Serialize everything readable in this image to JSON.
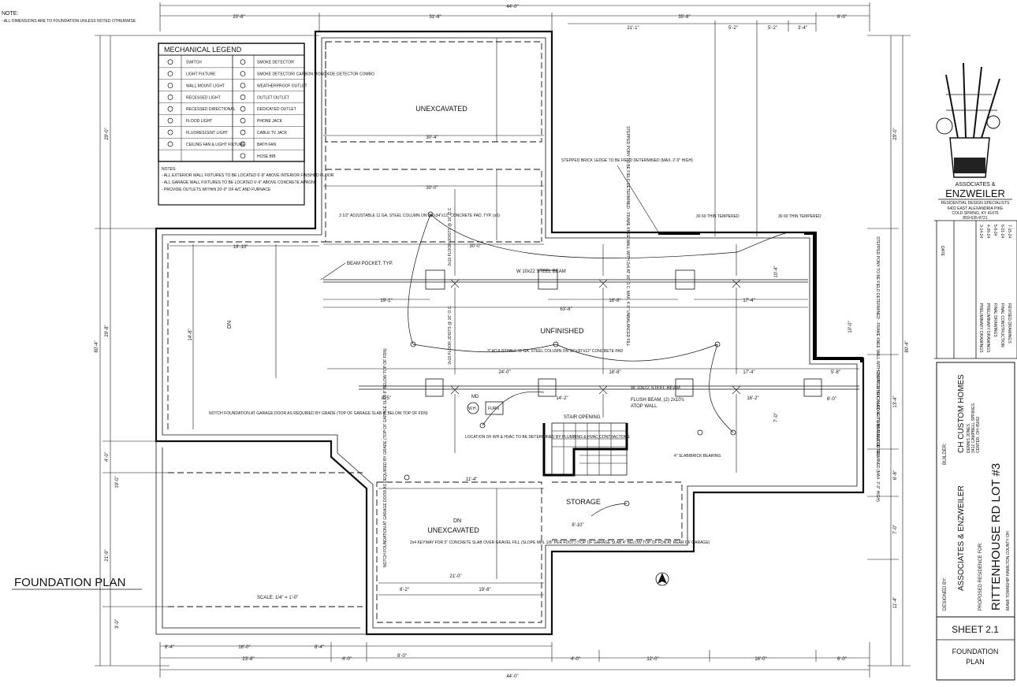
{
  "notes": {
    "heading": "NOTE:",
    "line1": "- ALL DIMENSIONS ARE TO FOUNDATION UNLESS NOTED OTHERWISE"
  },
  "legend": {
    "title": "MECHANICAL LEGEND",
    "left_items": [
      "SWITCH",
      "LIGHT FIXTURE",
      "WALL MOUNT LIGHT",
      "RECESSED LIGHT",
      "RECESSED DIRECTIONAL",
      "FLOOD LIGHT",
      "FLUORESCENT LIGHT",
      "CEILING FAN & LIGHT FIXTURE"
    ],
    "right_items": [
      "SMOKE DETECTOR",
      "SMOKE DETECTOR/ CARBON MONOXIDE DETECTOR COMBO",
      "WEATHERPROOF OUTLET",
      "OUTLET OUTLET",
      "DEDICATED OUTLET",
      "PHONE JACK",
      "CABLE TV JACK",
      "BATH FAN",
      "HOSE BIB"
    ],
    "notes_heading": "NOTES:",
    "notes": [
      "- ALL EXTERIOR WALL FIXTURES TO BE LOCATED 6'-8\" ABOVE INTERIOR FINISHED FLOOR",
      "- ALL GARAGE WALL FIXTURES TO BE LOCATED 6'-6\" ABOVE CONCRETE APRON",
      "- PROVIDE OUTLETS WITHIN 20'-0\" OF A/C AND FURNACE"
    ]
  },
  "plan": {
    "title": "FOUNDATION PLAN",
    "scale": "SCALE: 1/4\" = 1'-0\"",
    "rooms": {
      "unexcavated_top": "UNEXCAVATED",
      "unfinished": "UNFINISHED",
      "storage": "STORAGE",
      "unexcavated_bottom": "UNEXCAVATED"
    },
    "labels": {
      "beam_pocket": "BEAM POCKET, TYP.",
      "steel_beam_top": "W 10x22 STEEL BEAM",
      "steel_beam_mid": "W 10x22 STEEL BEAM",
      "floor_joists_1": "2x10 FLOOR JOISTS @ 16\" O.C.",
      "floor_joists_2": "2x10 FLOOR JOISTS @ 16\" O.C.",
      "column_note": "3 1/2\" ADJUSTABLE 11 GA. STEEL COLUMN ON 34\"x34\"x12\" CONCRETE PAD, TYP. (x6)",
      "column_note2": "3\" ADJUSTABLE 11 GA. STEEL COLUMN ON 30\"x30\"x12\" CONCRETE PAD",
      "hvac_note": "LOCATION OF WH & HVAC TO BE DETERMINED BY PLUMBING & HVAC CONTRACTORS",
      "stair": "STAIR OPENING",
      "flush_beam": "FLUSH BEAM, (2) 2x10's",
      "atop_wall": "ATOP WALL",
      "brick_ledge": "STEPPED BRICK LEDGE TO BE FIELD DETERMINED (MAX. 2'-0\" HIGH)",
      "pony_wall": "STEPPED PONY TO BE FIELD DETERMINED - FRAME KNEE WALL WITH 2x6 AT 16\" O.C. MAX. 4'-0\" UNBALANCED FILL",
      "notch_garage": "NOTCH FOUNDATION AT GARAGE DOOR AS REQUIRED BY GRADE (TOP OF GARAGE SLAB 8\" BELOW TOP OF FDN)",
      "notch_garage2": "NOTCH FOUNDATION AT GARAGE DOOR AS REQUIRED BY GRADE (TOP OF GARAGE SLAB 8\" BELOW TOP OF FDN)",
      "keyway": "2x4 KEYWAY FOR 5\" CONCRETE SLAB OVER GRAVEL FILL (SLOPE MIN. 1/8\" PER FOOT) (TOP OF GARAGE SLAB 4\" BELOW TOP OF FDN AT REAR OF GARAGE)",
      "slab_brick": "4\" SLAB/BRICK BEARING",
      "tempered1": "30 60 THIN TEMPERED",
      "tempered2": "30 60 THIN TEMPERED",
      "dn1": "DN",
      "dn2": "DN",
      "md": "MD",
      "wh": "W.H.",
      "furn": "FURN"
    },
    "dims": {
      "overall_top": "44'-0\"",
      "overall_bottom": "44'-0\"",
      "top_segments": [
        "20'-8\"",
        "31'-8\"",
        "35'-8\"",
        "6'-0\""
      ],
      "top_sub": [
        "21'-1\"",
        "5'-2\"",
        "5'-2\"",
        "3'-4\""
      ],
      "left_overall": "80'-4\"",
      "right_overall": "80'-4\"",
      "left_segments": [
        "29'-0\"",
        "29'-8\"",
        "4'-0\"",
        "19'-0\"",
        "21'-9\"",
        "3'-0\""
      ],
      "right_segments": [
        "29'-0\"",
        "10'-0\"",
        "13'-4\"",
        "6'-8\"",
        "7'-0\"",
        "11'-4\""
      ],
      "bottom_segments": [
        "23'-8\"",
        "4'-0\"",
        "4'-0\"",
        "12'-0\"",
        "16'-0\"",
        "6'-0\""
      ],
      "bottom_sub": [
        "21'-0\"",
        "16'-0\"",
        "8'-4\"",
        "8'-4\"",
        "12'-0\"",
        "16'-0\"",
        "8'-0\""
      ],
      "inner": [
        "30'-4\"",
        "30'-0\"",
        "30'-0\"",
        "19'-10\"",
        "63'-8\"",
        "19'-1\"",
        "18'-8\"",
        "17'-4\"",
        "24'-0\"",
        "17'-4\"",
        "18'-8\"",
        "5'-8\"",
        "6'-0\"",
        "8'-5\"",
        "14'-2\"",
        "16'-2\"",
        "11'-4\"",
        "21'-0\"",
        "8'-2\"",
        "19'-8\"",
        "8'-10\"",
        "14'-8\"",
        "7'-0\"",
        "10'-4\""
      ]
    }
  },
  "title_block": {
    "logo_line1": "ASSOCIATES &",
    "logo_line2": "ENZWEILER",
    "logo_line3": "RESIDENTIAL DESIGN SPECIALISTS",
    "address": "6402 EAST ALEXANDRIA PIKE",
    "city": "COLD SPRING, KY 41076",
    "phone": "859-635-8721",
    "revisions_label": "DATE",
    "revisions": [
      "3-14-24",
      "4-26-24",
      "5-6-24",
      "6-21-24",
      "7-15-24"
    ],
    "revision_descs": [
      "PRELIMINARY DRAWINGS",
      "PRELIMINARY DRAWINGS",
      "FINAL DRAWINGS",
      "FINAL CONSTRUCTION",
      "REVISED DRAWINGS"
    ],
    "builder_label": "BUILDER:",
    "builder": "CH CUSTOM HOMES",
    "builder_sub1": "DENNIS JONES",
    "builder_sub2": "3412 CAMPBELL SPRINGS",
    "builder_sub3": "CENTER, OH 45002",
    "designed_by_label": "DESIGNED BY:",
    "designed_by": "ASSOCIATES & ENZWEILER",
    "proposed_label": "PROPOSED RESIDENCE FOR:",
    "project": "RITTENHOUSE RD LOT #3",
    "project_sub": "MIAMI TOWNSHIP HAMILTON COUNTY OH",
    "sheet": "SHEET 2.1",
    "sheet_title_1": "FOUNDATION",
    "sheet_title_2": "PLAN"
  }
}
